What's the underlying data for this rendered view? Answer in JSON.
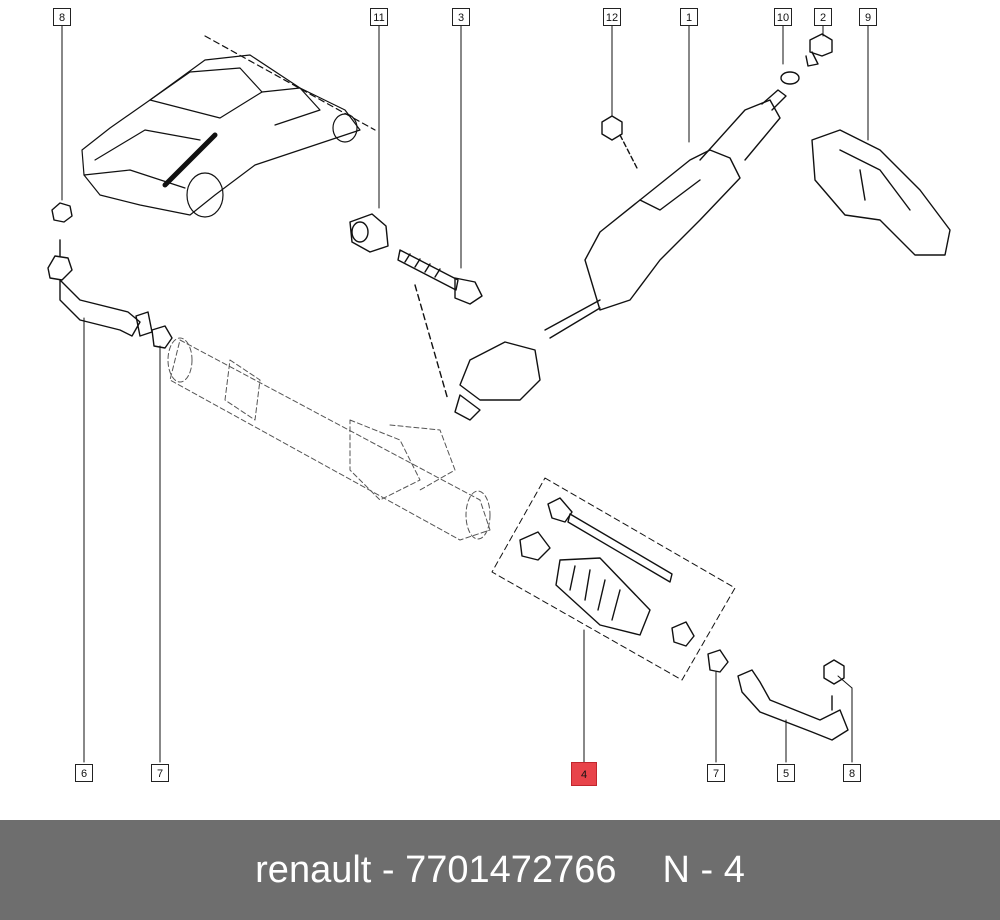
{
  "callouts": {
    "c1": "1",
    "c2": "2",
    "c3": "3",
    "c4": "4",
    "c5": "5",
    "c6": "6",
    "c7a": "7",
    "c7b": "7",
    "c8a": "8",
    "c8b": "8",
    "c9": "9",
    "c10": "10",
    "c11": "11",
    "c12": "12"
  },
  "highlight_color": "#e8434a",
  "footer": {
    "brand": "renault",
    "separator": "-",
    "part_number": "7701472766",
    "position_label": "N - 4",
    "background": "#6e6e6e"
  }
}
